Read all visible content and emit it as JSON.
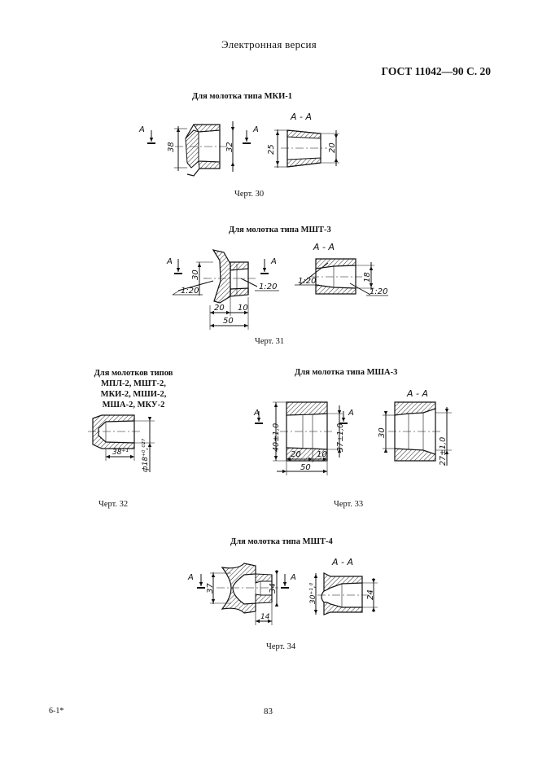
{
  "header": {
    "title": "Электронная версия",
    "standard": "ГОСТ 11042—90 С. 20"
  },
  "figures": [
    {
      "caption": "Для молотка типа МКИ-1",
      "label": "Черт. 30",
      "dims": [
        "38",
        "32",
        "25",
        "20"
      ],
      "section_marks": [
        "А",
        "А",
        "А - А"
      ]
    },
    {
      "caption": "Для молотка типа МШТ-3",
      "label": "Черт. 31",
      "dims": [
        "30",
        "1:20",
        "1:20",
        "20",
        "10",
        "50",
        "1:20",
        "18",
        "1:20"
      ],
      "section_marks": [
        "А",
        "А",
        "А - А"
      ]
    },
    {
      "caption_lines": [
        "Для молотков типов",
        "МПЛ-2, МШТ-2,",
        "МКИ-2, МШИ-2,",
        "МША-2, МКУ-2"
      ],
      "label": "Черт. 32",
      "dims": [
        "38⁺¹",
        "ф18⁺⁰,⁰²⁷"
      ]
    },
    {
      "caption": "Для молотка типа МША-3",
      "label": "Черт. 33",
      "dims": [
        "40±1,0",
        "37±1,0",
        "20",
        "10",
        "50",
        "30",
        "27±1,0"
      ],
      "section_marks": [
        "А",
        "А",
        "А - А"
      ]
    },
    {
      "caption": "Для молотка типа МШТ-4",
      "label": "Черт. 34",
      "dims": [
        "37",
        "34",
        "14",
        "30⁺¹,⁰",
        "24"
      ],
      "section_marks": [
        "А",
        "А",
        "А - А"
      ]
    }
  ],
  "footer": {
    "left": "6-1*",
    "page": "83"
  },
  "colors": {
    "ink": "#111111",
    "paper": "#ffffff"
  }
}
